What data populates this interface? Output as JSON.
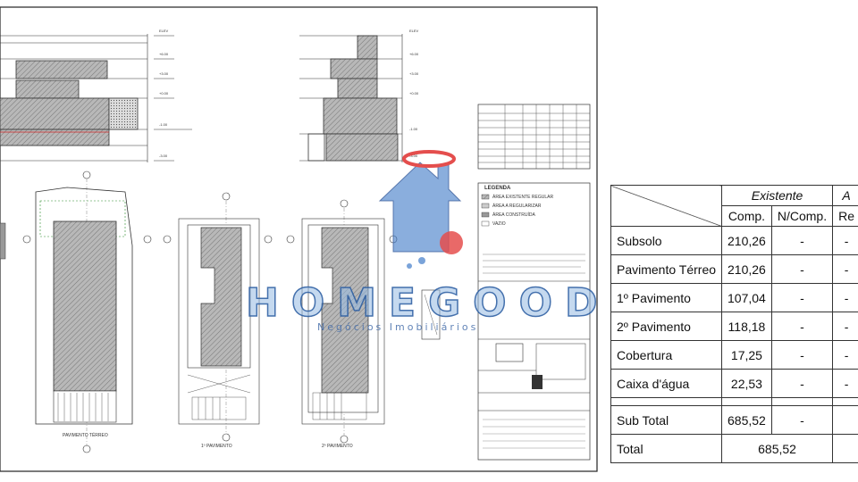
{
  "watermark": {
    "brand": "HOMEGOODS",
    "tagline": "Negócios Imobiliários"
  },
  "drawing": {
    "legend_title": "LEGENDA",
    "legend_items": [
      "ÁREA EXISTENTE REGULAR",
      "ÁREA A REGULARIZAR",
      "ÁREA CONSTRUÍDA",
      "VAZIO"
    ],
    "plan_captions": [
      "PAVIMENTO TÉRREO",
      "1º PAVIMENTO",
      "2º PAVIMENTO"
    ]
  },
  "area_table": {
    "group_existente": "Existente",
    "group_next": "A",
    "col_comp": "Comp.",
    "col_ncomp": "N/Comp.",
    "col_next": "Re",
    "rows": [
      {
        "label": "Subsolo",
        "comp": "210,26",
        "ncomp": "-",
        "next": "-"
      },
      {
        "label": "Pavimento Térreo",
        "comp": "210,26",
        "ncomp": "-",
        "next": "-"
      },
      {
        "label": "1º Pavimento",
        "comp": "107,04",
        "ncomp": "-",
        "next": "-"
      },
      {
        "label": "2º Pavimento",
        "comp": "118,18",
        "ncomp": "-",
        "next": "-"
      },
      {
        "label": "Cobertura",
        "comp": "17,25",
        "ncomp": "-",
        "next": "-"
      },
      {
        "label": "Caixa d'água",
        "comp": "22,53",
        "ncomp": "-",
        "next": "-"
      }
    ],
    "subtotal": {
      "label": "Sub Total",
      "comp": "685,52",
      "ncomp": "-",
      "next": ""
    },
    "total": {
      "label": "Total",
      "value": "685,52"
    }
  }
}
